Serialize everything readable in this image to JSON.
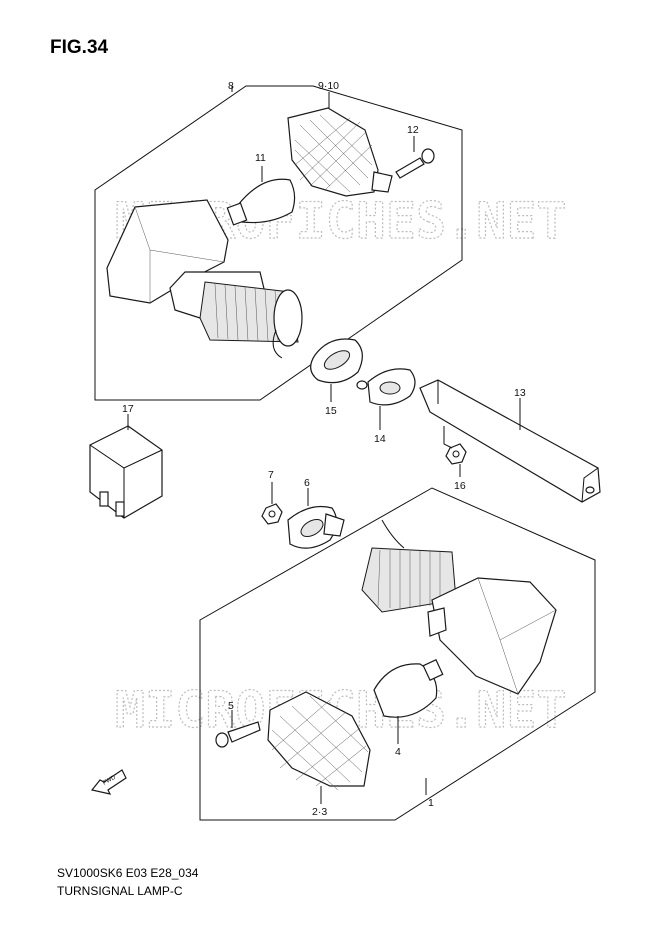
{
  "figure": {
    "title": "FIG.34"
  },
  "footer": {
    "code": "SV1000SK6 E03 E28_034",
    "name": "TURNSIGNAL LAMP-C"
  },
  "watermarks": [
    "MICROFICHES.NET",
    "MICROFICHES.NET"
  ],
  "fwd_label": "FWD",
  "callouts": [
    {
      "id": "c1",
      "label": "1"
    },
    {
      "id": "c23",
      "label": "2·3"
    },
    {
      "id": "c4",
      "label": "4"
    },
    {
      "id": "c5",
      "label": "5"
    },
    {
      "id": "c6",
      "label": "6"
    },
    {
      "id": "c7",
      "label": "7"
    },
    {
      "id": "c8",
      "label": "8"
    },
    {
      "id": "c910",
      "label": "9·10"
    },
    {
      "id": "c11",
      "label": "11"
    },
    {
      "id": "c12",
      "label": "12"
    },
    {
      "id": "c13",
      "label": "13"
    },
    {
      "id": "c14",
      "label": "14"
    },
    {
      "id": "c15",
      "label": "15"
    },
    {
      "id": "c16",
      "label": "16"
    },
    {
      "id": "c17",
      "label": "17"
    }
  ]
}
